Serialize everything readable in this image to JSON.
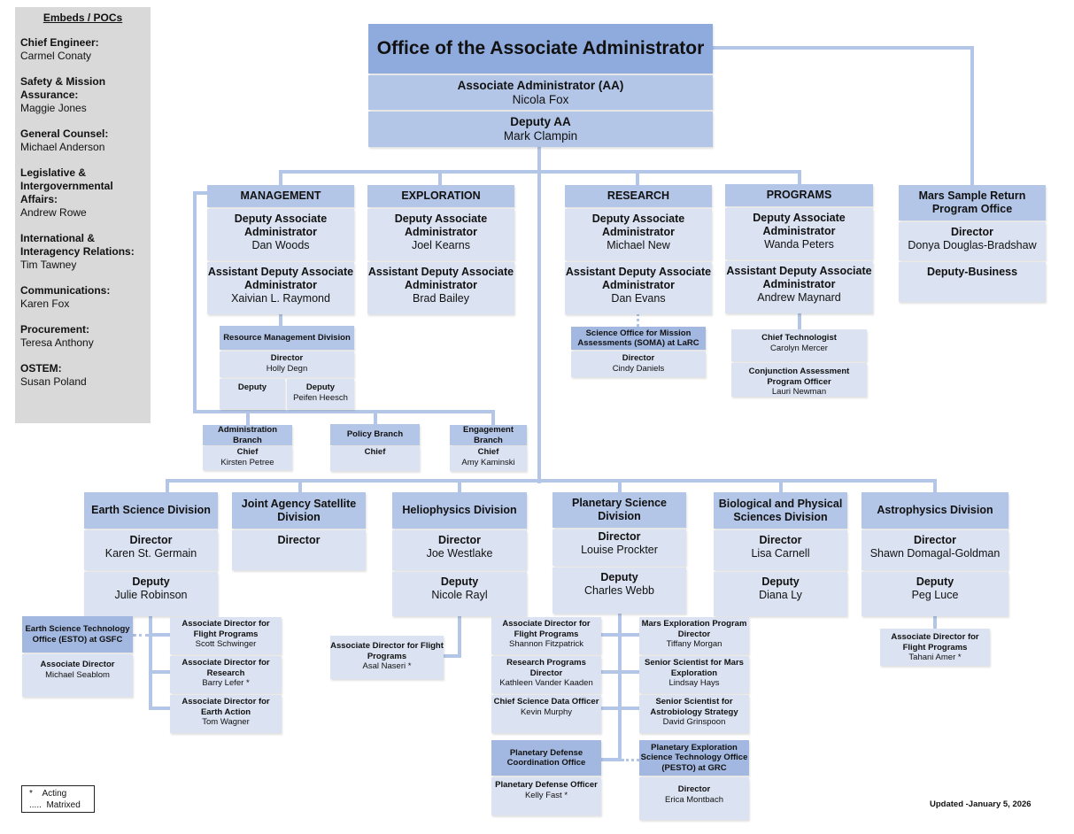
{
  "sidebar": {
    "title": "Embeds / POCs",
    "items": [
      {
        "role": "Chief Engineer:",
        "name": "Carmel Conaty"
      },
      {
        "role": "Safety & Mission Assurance:",
        "name": "Maggie Jones"
      },
      {
        "role": "General Counsel:",
        "name": "Michael Anderson"
      },
      {
        "role": "Legislative & Intergovernmental Affairs:",
        "name": "Andrew Rowe"
      },
      {
        "role": "International & Interagency Relations:",
        "name": "Tim Tawney"
      },
      {
        "role": "Communications:",
        "name": "Karen Fox"
      },
      {
        "role": "Procurement:",
        "name": "Teresa Anthony"
      },
      {
        "role": "OSTEM:",
        "name": "Susan Poland"
      }
    ]
  },
  "top": {
    "title": "Office of the Associate Administrator",
    "aa_role": "Associate Administrator (AA)",
    "aa_name": "Nicola Fox",
    "dep_role": "Deputy AA",
    "dep_name": "Mark Clampin"
  },
  "offices": [
    {
      "title": "MANAGEMENT",
      "r1": "Deputy Associate Administrator",
      "n1": "Dan Woods",
      "r2": "Assistant Deputy Associate Administrator",
      "n2": "Xaivian L. Raymond"
    },
    {
      "title": "EXPLORATION",
      "r1": "Deputy Associate Administrator",
      "n1": "Joel Kearns",
      "r2": "Assistant Deputy Associate Administrator",
      "n2": "Brad Bailey"
    },
    {
      "title": "RESEARCH",
      "r1": "Deputy Associate Administrator",
      "n1": "Michael New",
      "r2": "Assistant Deputy Associate Administrator",
      "n2": "Dan Evans"
    },
    {
      "title": "PROGRAMS",
      "r1": "Deputy Associate Administrator",
      "n1": "Wanda Peters",
      "r2": "Assistant Deputy Associate Administrator",
      "n2": "Andrew Maynard"
    }
  ],
  "msr": {
    "title": "Mars Sample Return Program Office",
    "r1": "Director",
    "n1": "Donya Douglas-Bradshaw",
    "r2": "Deputy-Business"
  },
  "rmd": {
    "title": "Resource Management Division",
    "r1": "Director",
    "n1": "Holly Degn",
    "r2": "Deputy",
    "r3": "Deputy",
    "n3": "Peifen Heesch"
  },
  "branches": [
    {
      "title": "Administration Branch",
      "role": "Chief",
      "name": "Kirsten Petree"
    },
    {
      "title": "Policy Branch",
      "role": "Chief",
      "name": ""
    },
    {
      "title": "Engagement Branch",
      "role": "Chief",
      "name": "Amy Kaminski"
    }
  ],
  "soma": {
    "title": "Science Office for Mission Assessments (SOMA) at LaRC",
    "role": "Director",
    "name": "Cindy Daniels"
  },
  "programs_sub": [
    {
      "role": "Chief Technologist",
      "name": "Carolyn Mercer"
    },
    {
      "role": "Conjunction Assessment Program Officer",
      "name": "Lauri Newman"
    }
  ],
  "divisions": [
    {
      "title": "Earth Science Division",
      "r1": "Director",
      "n1": "Karen St. Germain",
      "r2": "Deputy",
      "n2": "Julie Robinson"
    },
    {
      "title": "Joint Agency Satellite Division",
      "r1": "Director",
      "n1": ""
    },
    {
      "title": "Heliophysics Division",
      "r1": "Director",
      "n1": "Joe Westlake",
      "r2": "Deputy",
      "n2": "Nicole Rayl"
    },
    {
      "title": "Planetary Science Division",
      "r1": "Director",
      "n1": "Louise Prockter",
      "r2": "Deputy",
      "n2": "Charles Webb"
    },
    {
      "title": "Biological and Physical Sciences Division",
      "r1": "Director",
      "n1": "Lisa Carnell",
      "r2": "Deputy",
      "n2": "Diana Ly"
    },
    {
      "title": "Astrophysics Division",
      "r1": "Director",
      "n1": "Shawn Domagal-Goldman",
      "r2": "Deputy",
      "n2": "Peg Luce"
    }
  ],
  "esto": {
    "title": "Earth Science Technology Office (ESTO) at GSFC",
    "role": "Associate Director",
    "name": "Michael Seablom"
  },
  "earth_sub": [
    {
      "role": "Associate Director for Flight Programs",
      "name": "Scott Schwinger"
    },
    {
      "role": "Associate Director for Research",
      "name": "Barry Lefer *"
    },
    {
      "role": "Associate Director for Earth Action",
      "name": "Tom Wagner"
    }
  ],
  "helio_sub": {
    "role": "Associate Director for Flight Programs",
    "name": "Asal Naseri *"
  },
  "planetary_left": [
    {
      "role": "Associate Director for Flight Programs",
      "name": "Shannon Fitzpatrick"
    },
    {
      "role": "Research Programs Director",
      "name": "Kathleen Vander Kaaden"
    },
    {
      "role": "Chief Science Data Officer",
      "name": "Kevin Murphy"
    }
  ],
  "planetary_right": [
    {
      "role": "Mars Exploration Program Director",
      "name": "Tiffany Morgan"
    },
    {
      "role": "Senior Scientist for Mars Exploration",
      "name": "Lindsay Hays"
    },
    {
      "role": "Senior Scientist for Astrobiology Strategy",
      "name": "David Grinspoon"
    }
  ],
  "pdco": {
    "title": "Planetary Defense Coordination Office",
    "role": "Planetary Defense Officer",
    "name": "Kelly Fast *"
  },
  "pesto": {
    "title": "Planetary Exploration Science Technology Office (PESTO) at GRC",
    "role": "Director",
    "name": "Erica Montbach"
  },
  "astro_sub": {
    "role": "Associate Director for Flight Programs",
    "name": "Tahani Amer *"
  },
  "legend": {
    "acting": "*    Acting",
    "matrixed": ".....  Matrixed"
  },
  "updated": "Updated -January 5, 2026"
}
